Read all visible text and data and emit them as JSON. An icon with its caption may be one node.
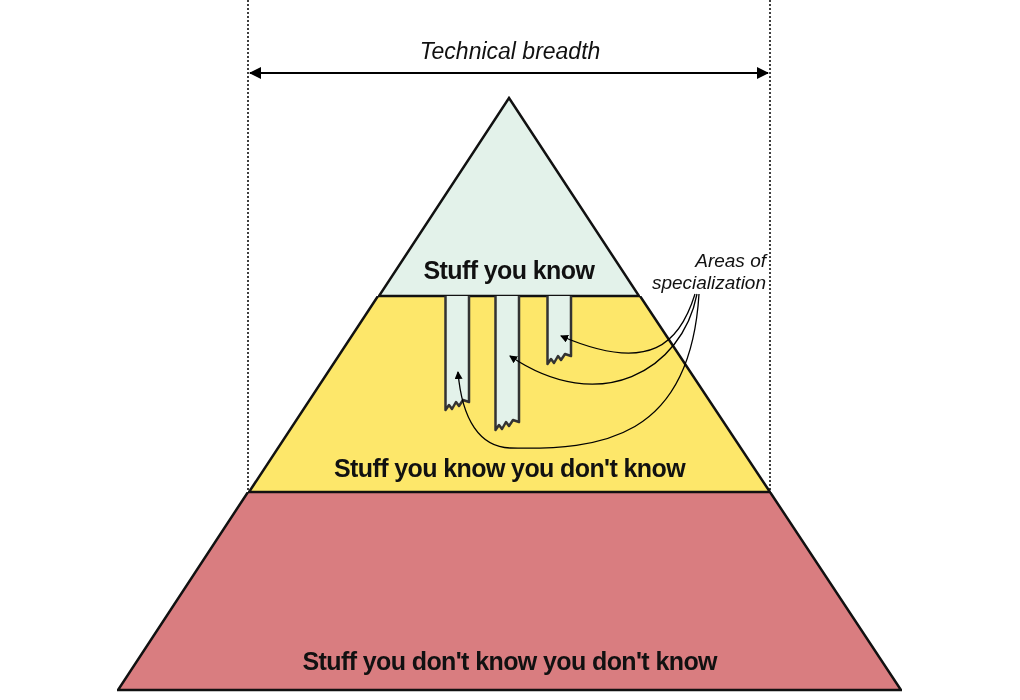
{
  "diagram": {
    "nodes": [
      {
        "text": [
          "Stuff you know"
        ]
      },
      {
        "text": [
          "Stuff you know you don't know"
        ]
      },
      {
        "text": [
          "Stuff you don't know you don't know"
        ]
      },
      {
        "text": [
          "Areas of specialization"
        ]
      },
      {
        "text": [],
        "shape": "bar",
        "in": 1
      },
      {
        "text": [],
        "shape": "bar",
        "in": 1
      },
      {
        "text": [],
        "shape": "bar",
        "in": 1
      }
    ],
    "edges": [
      {
        "from": 3,
        "to": 6,
        "arrow": "to"
      },
      {
        "from": 3,
        "to": 5,
        "arrow": "to"
      },
      {
        "from": 3,
        "to": 4,
        "arrow": "to"
      }
    ],
    "labels": [
      "Technical breadth"
    ]
  }
}
